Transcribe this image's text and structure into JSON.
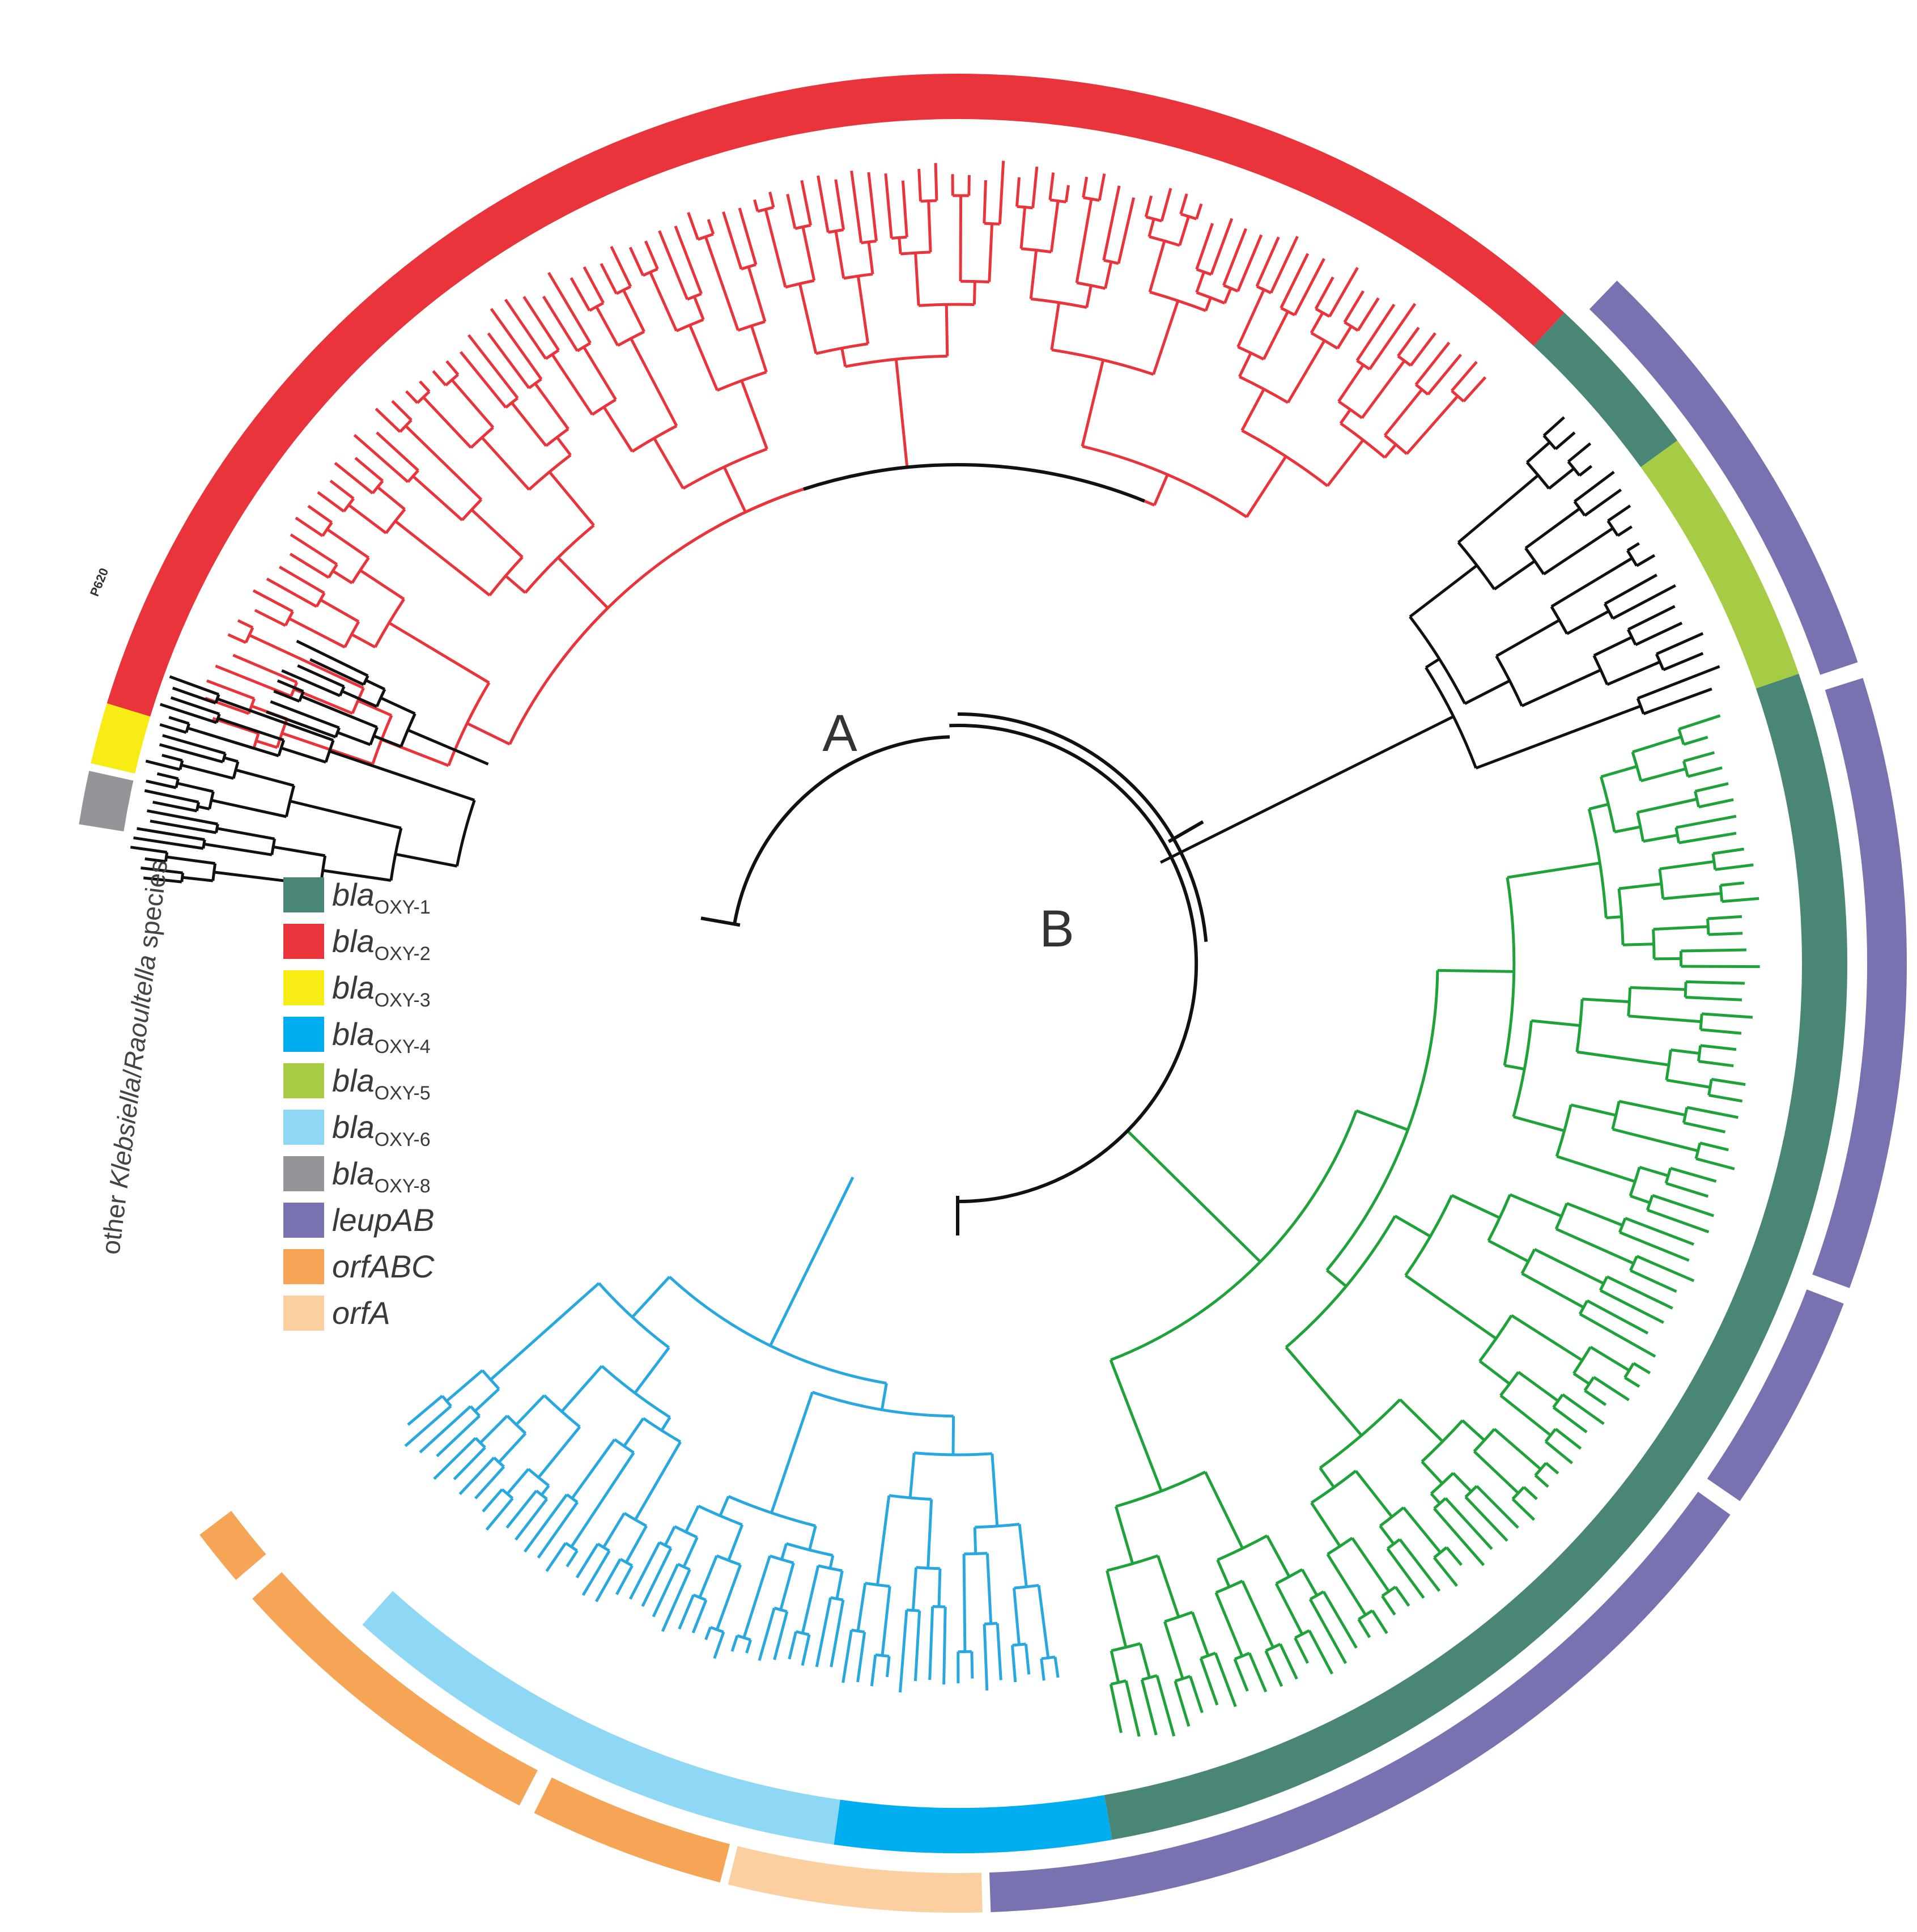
{
  "node_labels": {
    "a": "A",
    "b": "B"
  },
  "outgroup_label": {
    "prefix": "other ",
    "genus1": "Klebsiella",
    "sep": "/",
    "genus2": "Raoultella",
    "suffix": " species"
  },
  "small_label": "P620",
  "colors": {
    "oxy1": "#4a8676",
    "oxy2": "#e8343a",
    "oxy3": "#f7ec13",
    "oxy4": "#00aeef",
    "oxy5": "#a5cc44",
    "oxy6": "#8fd8f5",
    "oxy8": "#939598",
    "leupAB": "#7872b0",
    "orfABC": "#f6a455",
    "orfA": "#fbcf9f",
    "branch_oxy2": "#e8343a",
    "branch_oxy1": "#1fa23a",
    "branch_oxy46": "#29a8e0",
    "branch_other": "#111111"
  },
  "legend": [
    {
      "key": "oxy1",
      "main": "bla",
      "sub": "OXY-1"
    },
    {
      "key": "oxy2",
      "main": "bla",
      "sub": "OXY-2"
    },
    {
      "key": "oxy3",
      "main": "bla",
      "sub": "OXY-3"
    },
    {
      "key": "oxy4",
      "main": "bla",
      "sub": "OXY-4"
    },
    {
      "key": "oxy5",
      "main": "bla",
      "sub": "OXY-5"
    },
    {
      "key": "oxy6",
      "main": "bla",
      "sub": "OXY-6"
    },
    {
      "key": "oxy8",
      "main": "bla",
      "sub": "OXY-8"
    },
    {
      "key": "leupAB",
      "main": "leupAB",
      "sub": ""
    },
    {
      "key": "orfABC",
      "main": "orfABC",
      "sub": ""
    },
    {
      "key": "orfA",
      "main": "orfA",
      "sub": ""
    }
  ]
}
